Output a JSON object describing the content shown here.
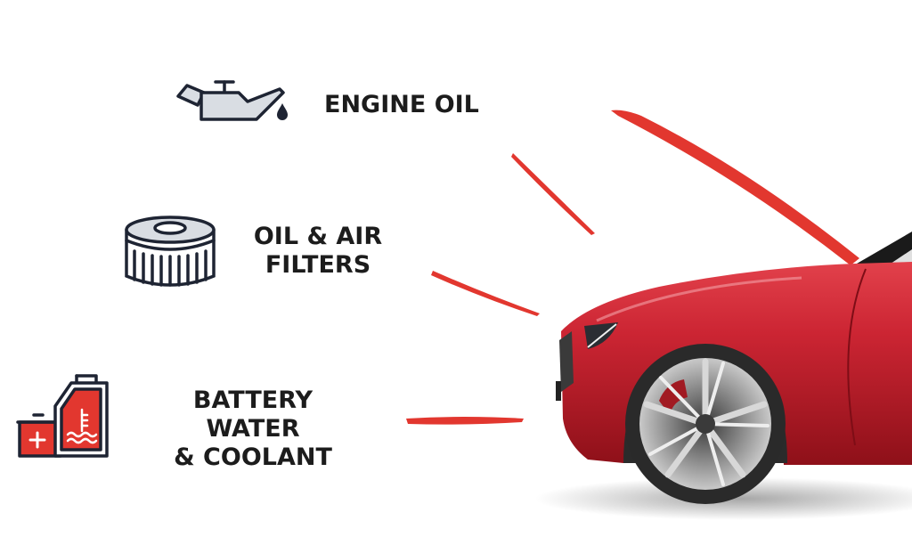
{
  "items": [
    {
      "id": "engine-oil",
      "icon": "oil-can-icon",
      "lines": [
        "ENGINE OIL"
      ]
    },
    {
      "id": "oil-air-filters",
      "icon": "filter-icon",
      "lines": [
        "OIL & AIR",
        "FILTERS"
      ]
    },
    {
      "id": "battery-coolant",
      "icon": "battery-coolant-icon",
      "lines": [
        "BATTERY WATER",
        "& COOLANT"
      ]
    }
  ],
  "colors": {
    "text": "#1c1c1c",
    "icon_stroke": "#1e2433",
    "icon_fill": "#d9dde3",
    "accent_red": "#e2372f",
    "car_red": "#c8232f",
    "background": "#ffffff"
  },
  "illustration": {
    "subject": "red-car-open-hood"
  }
}
